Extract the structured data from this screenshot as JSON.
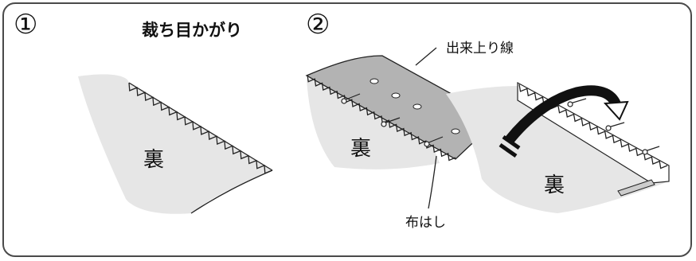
{
  "steps": {
    "one": "①",
    "two": "②"
  },
  "title": "裁ち目かがり",
  "labels": {
    "ura_1": "裏",
    "ura_2": "裏",
    "ura_3": "裏",
    "dekiagari_sen": "出来上り線",
    "nuno_hashi": "布はし"
  },
  "colors": {
    "border": "#4a4a4a",
    "fabric_light": "#e6e6e6",
    "fabric_dark": "#b3b3b3",
    "line": "#222222"
  }
}
